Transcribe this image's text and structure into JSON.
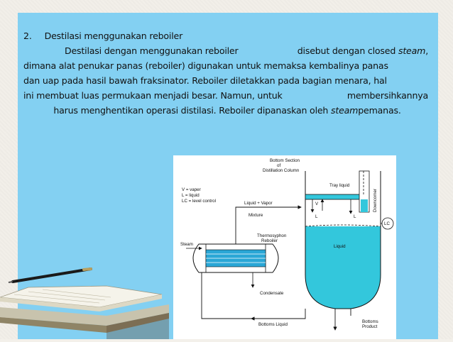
{
  "slide": {
    "heading_number": "2.",
    "heading_text": "Destilasi menggunakan reboiler",
    "lines": [
      [
        "Destilasi dengan menggunakan reboiler",
        "disebut dengan closed",
        "steam",
        ","
      ],
      [
        "dimana alat penukar panas (reboiler) digunakan untuk memaksa kembalinya panas"
      ],
      [
        "dan uap pada hasil bawah fraksinator. Reboiler diletakkan pada bagian menara, hal"
      ],
      [
        "ini membuat luas permukaan menjadi besar. Namun, untuk",
        "membersihkannya"
      ],
      [
        "harus menghentikan operasi distilasi. Reboiler dipanaskan oleh",
        "steam",
        "pemanas."
      ]
    ]
  },
  "diagram": {
    "labels": {
      "column_title_1": "Bottom Section",
      "column_title_2": "of",
      "column_title_3": "Distillation Column",
      "tray_liquid": "Tray liquid",
      "downcomer": "Downcomer",
      "legend_v": "V = vaper",
      "legend_l": "L = liquid",
      "legend_lc": "LC = level control",
      "liquid_vapor": "Liquid + Vapor",
      "mixture": "Mixture",
      "v_mark": "V",
      "l_mark_left": "L",
      "l_mark_right": "L",
      "lc": "LC",
      "liquid": "Liquid",
      "steam": "Steam",
      "thermo_1": "Thermosyphon",
      "thermo_2": "Reboiler",
      "condensate": "Condensate",
      "bottoms_liquid": "Bottoms Liquid",
      "bottoms_product_1": "Bottoms",
      "bottoms_product_2": "Product"
    },
    "colors": {
      "liquid_fill": "#33c7dc",
      "line": "#111111",
      "tube_fill": "#2aa7d6"
    }
  },
  "decoration": {
    "icon": "book-pen-icon"
  }
}
